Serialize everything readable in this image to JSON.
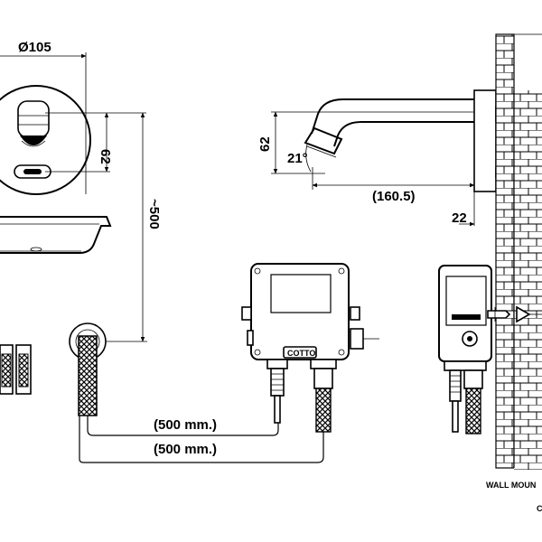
{
  "dimensions": {
    "diameter": "Ø105",
    "front_height": "62",
    "mount_height": "~500",
    "side_height": "62",
    "angle": "21°",
    "spout_length": "(160.5)",
    "wall_offset": "22",
    "hose_length_1": "(500 mm.)",
    "hose_length_2": "(500 mm.)"
  },
  "brand": "COTTO",
  "caption": {
    "line1": "WALL MOUN",
    "line2": "C"
  }
}
